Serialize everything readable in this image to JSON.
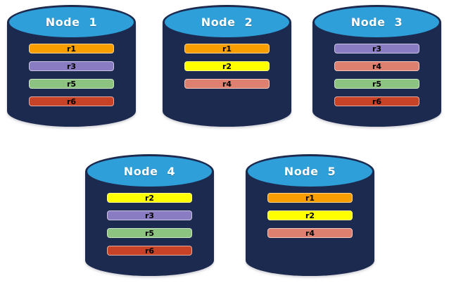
{
  "diagram": {
    "description": "Database cluster replica distribution across five nodes",
    "background": "#ffffff"
  },
  "colors": {
    "cylinder_body": "#1b2a4e",
    "cylinder_top": "#2e9fd8",
    "cylinder_outline": "#1b2a4e",
    "title_text": "#ffffff",
    "bar_text": "#000000",
    "replicas": {
      "r1": "#f99e00",
      "r2": "#ffff00",
      "r3": "#8a7cc2",
      "r4": "#dd8070",
      "r5": "#8cc380",
      "r6": "#c74227"
    }
  },
  "nodes": [
    {
      "title": "Node 1",
      "replicas": [
        "r1",
        "r3",
        "r5",
        "r6"
      ]
    },
    {
      "title": "Node 2",
      "replicas": [
        "r1",
        "r2",
        "r4"
      ]
    },
    {
      "title": "Node 3",
      "replicas": [
        "r3",
        "r4",
        "r5",
        "r6"
      ]
    },
    {
      "title": "Node 4",
      "replicas": [
        "r2",
        "r3",
        "r5",
        "r6"
      ]
    },
    {
      "title": "Node 5",
      "replicas": [
        "r1",
        "r2",
        "r4"
      ]
    }
  ]
}
